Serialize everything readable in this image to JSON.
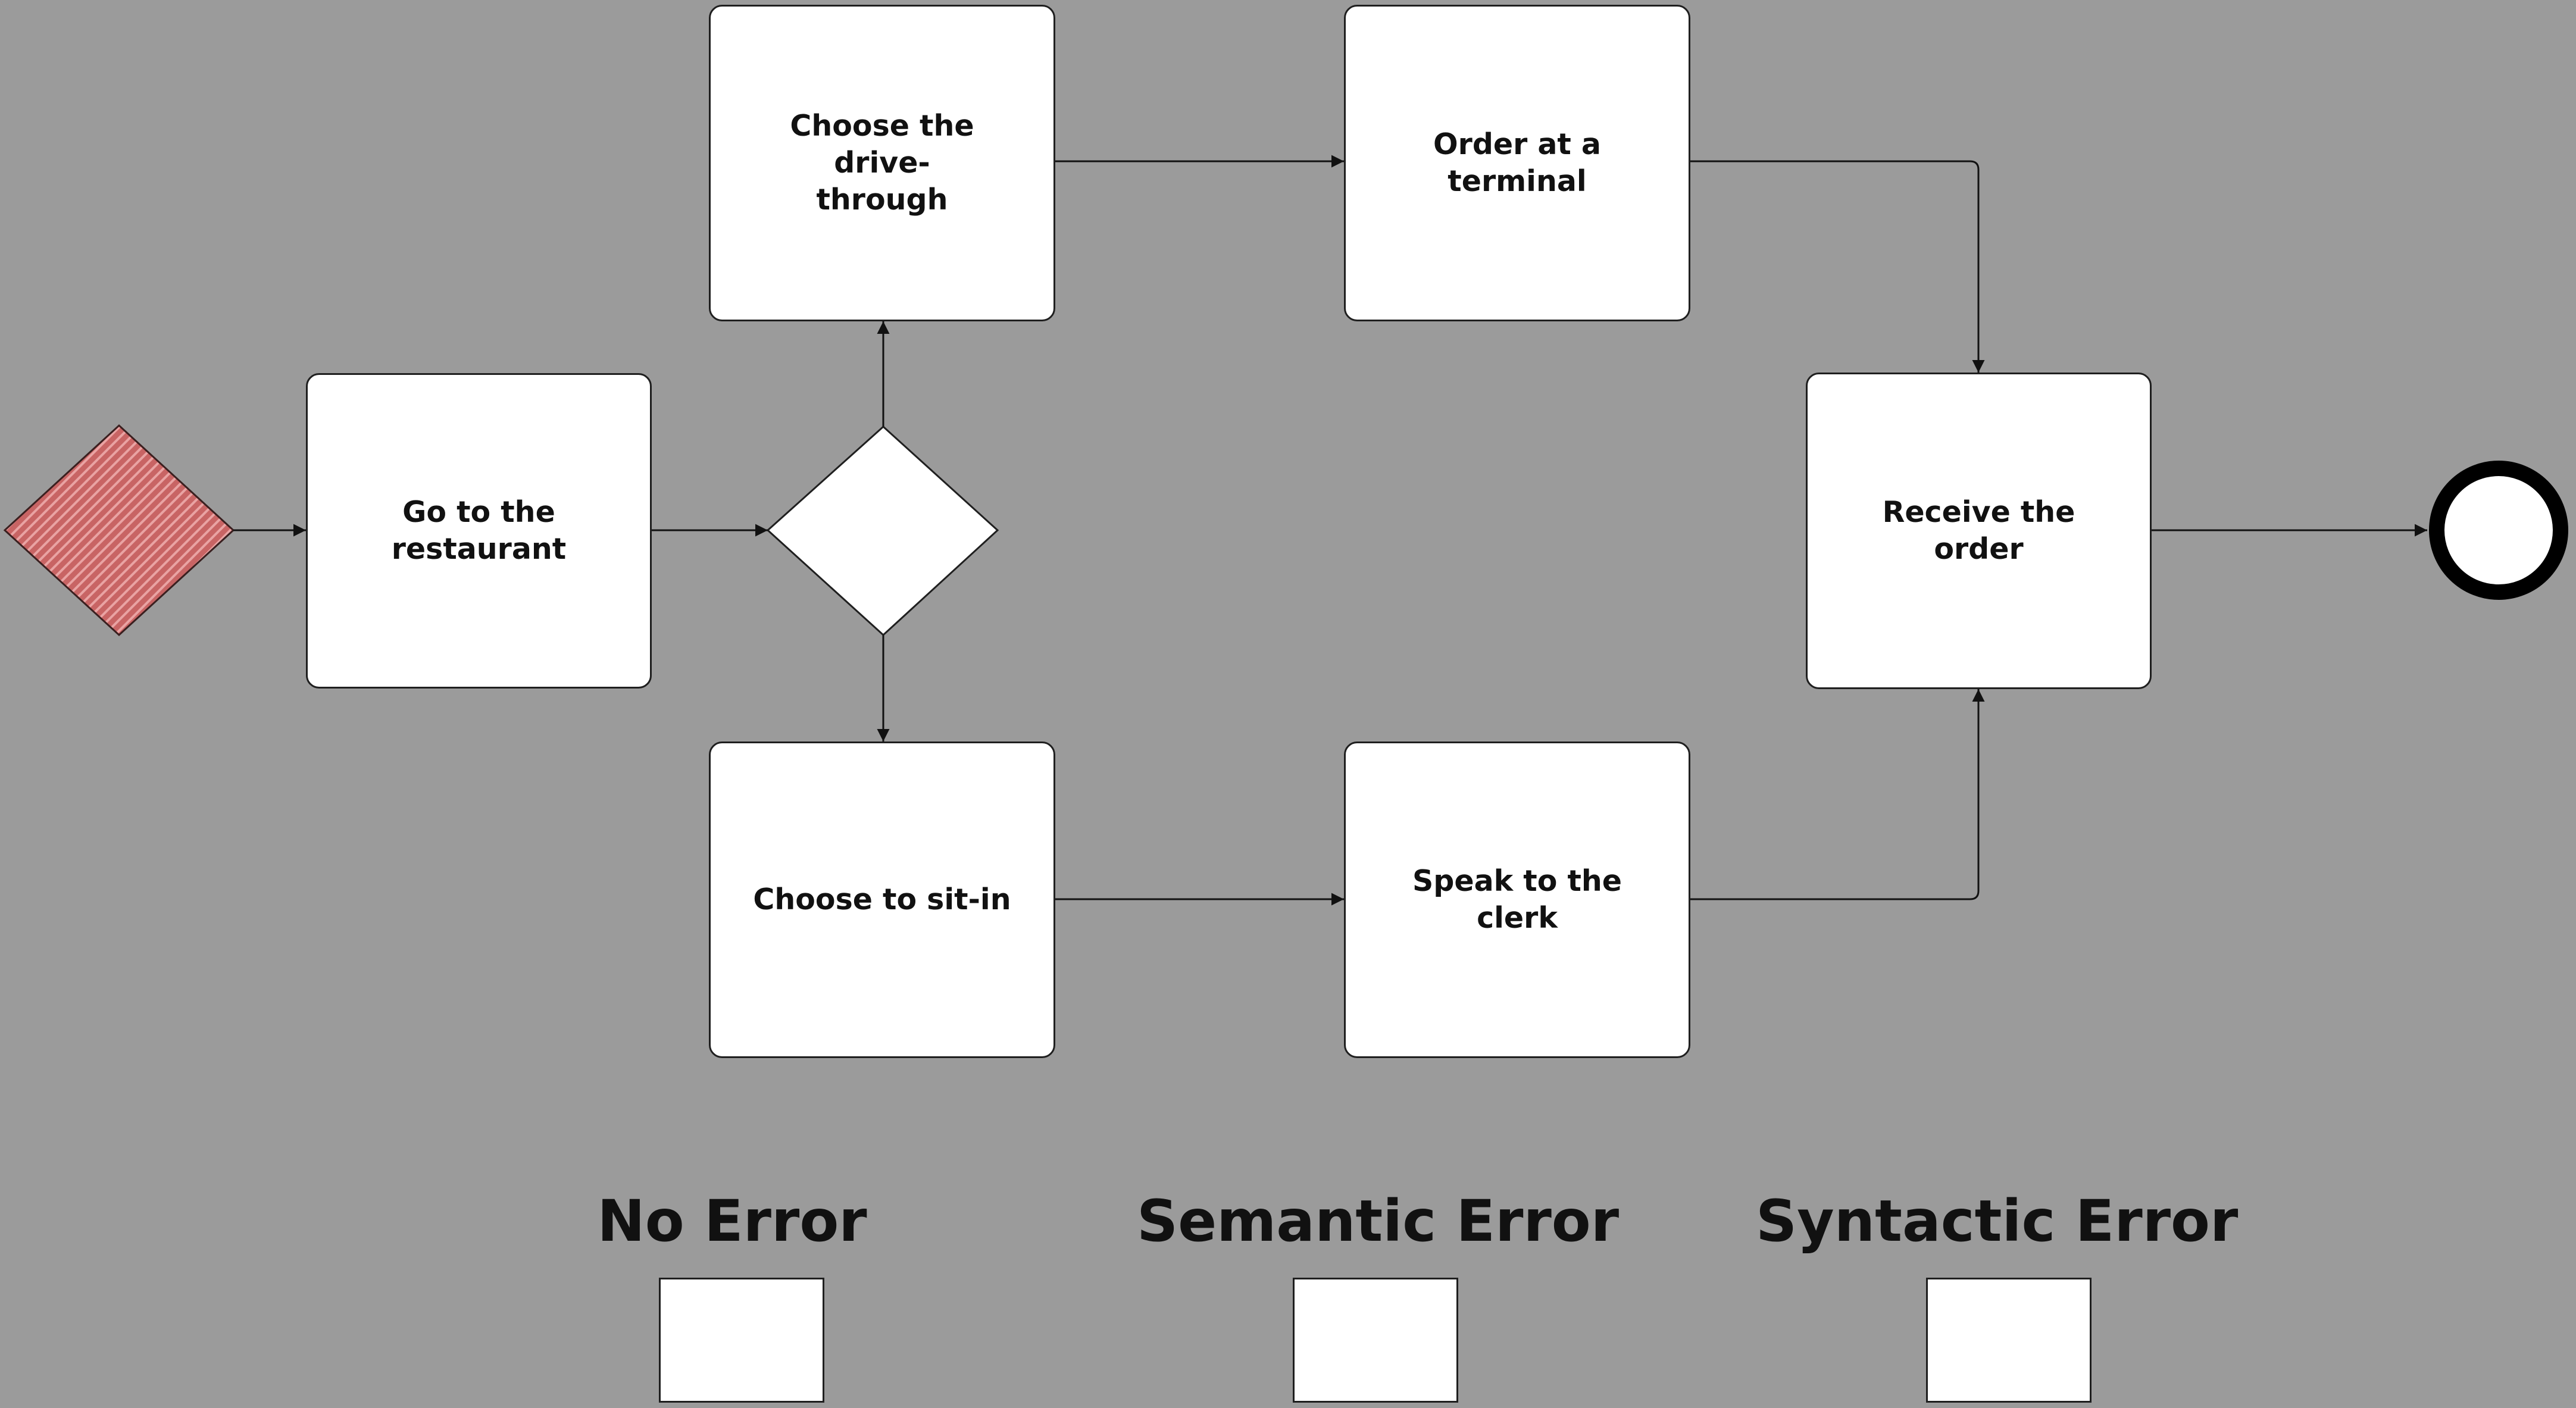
{
  "diagram": {
    "type": "process-flow",
    "colors": {
      "canvas": "#9b9b9b",
      "task_fill": "#ffffff",
      "start_fill": "#c86464",
      "stroke": "#1f1f1f"
    },
    "nodes": {
      "start": {
        "kind": "start-diamond-hatched"
      },
      "go": {
        "kind": "task",
        "label": "Go to the restaurant"
      },
      "gateway": {
        "kind": "gateway-diamond"
      },
      "drive": {
        "kind": "task",
        "label": "Choose the drive-through"
      },
      "sit": {
        "kind": "task",
        "label": "Choose to sit-in"
      },
      "order": {
        "kind": "task",
        "label": "Order at a terminal"
      },
      "clerk": {
        "kind": "task",
        "label": "Speak to the clerk"
      },
      "receive": {
        "kind": "task",
        "label": "Receive the order"
      },
      "end": {
        "kind": "end-circle"
      }
    },
    "edges": [
      {
        "from": "start",
        "to": "go"
      },
      {
        "from": "go",
        "to": "gateway"
      },
      {
        "from": "gateway",
        "to": "drive"
      },
      {
        "from": "gateway",
        "to": "sit"
      },
      {
        "from": "drive",
        "to": "order"
      },
      {
        "from": "sit",
        "to": "clerk"
      },
      {
        "from": "order",
        "to": "receive"
      },
      {
        "from": "clerk",
        "to": "receive"
      },
      {
        "from": "receive",
        "to": "end"
      }
    ]
  },
  "rating": {
    "options": [
      {
        "label": "No Error"
      },
      {
        "label": "Semantic Error"
      },
      {
        "label": "Syntactic Error"
      }
    ]
  }
}
